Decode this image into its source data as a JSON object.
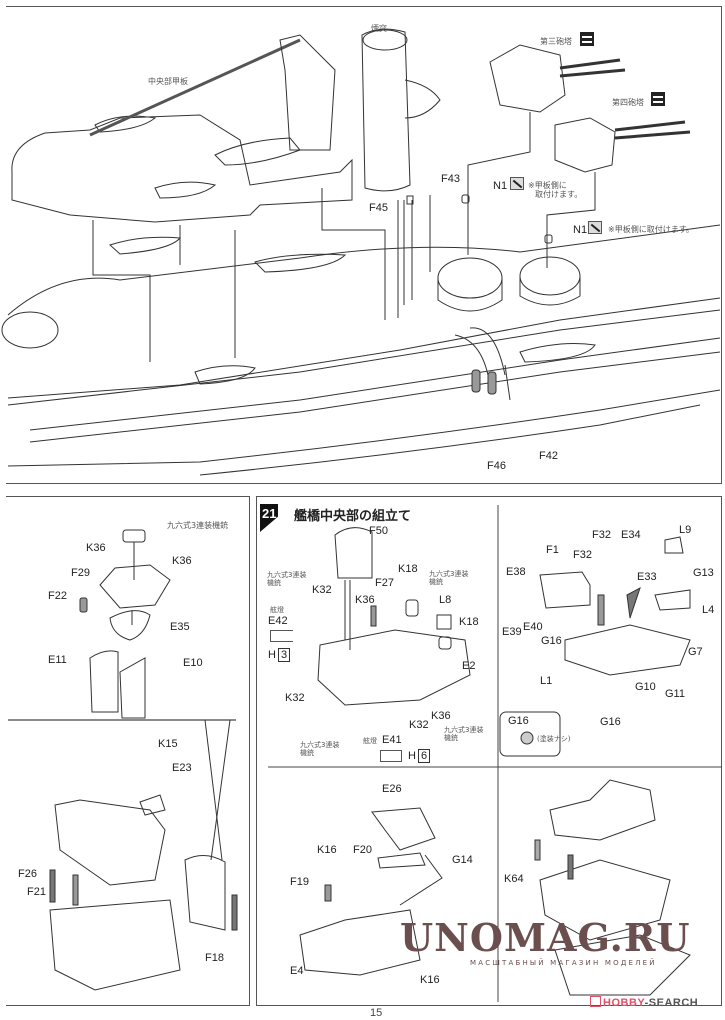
{
  "page_number": "15",
  "top_section": {
    "labels": {
      "center_deck": "中央部甲板",
      "funnel": "煙突",
      "turret3": "第三砲塔",
      "turret4": "第四砲塔",
      "f43": "F43",
      "f45": "F45",
      "n1_a": "N1",
      "n1_b": "N1",
      "n1_note_a_line1": "※甲板側に",
      "n1_note_a_line2": "取付けます。",
      "n1_note_b": "※甲板側に取付けます。",
      "f46": "F46",
      "f42": "F42"
    },
    "icons": [
      "rotate-icon",
      "rotate-icon",
      "no-glue-icon",
      "no-glue-icon"
    ]
  },
  "left_panel": {
    "upper": {
      "aa_gun": "九六式3連装機銃",
      "k36_a": "K36",
      "k36_b": "K36",
      "f29": "F29",
      "f22": "F22",
      "e35": "E35",
      "e11": "E11",
      "e10": "E10"
    },
    "lower": {
      "k15": "K15",
      "e23": "E23",
      "f26": "F26",
      "f21": "F21",
      "f18": "F18"
    }
  },
  "step21": {
    "number": "21",
    "title": "艦橋中央部の組立て",
    "labels": {
      "f50": "F50",
      "aa_gun_tl_line1": "九六式3連装",
      "aa_gun_tl_line2": "機銃",
      "k32_top": "K32",
      "searchlight_a": "舷燈",
      "e42": "E42",
      "h3_letter": "H",
      "h3_num": "3",
      "k36_top": "K36",
      "f27": "F27",
      "k18_a": "K18",
      "aa_gun_tr_line1": "九六式3連装",
      "aa_gun_tr_line2": "機銃",
      "l8": "L8",
      "k18_b": "K18",
      "e2": "E2",
      "k32_left": "K32",
      "k36_bottom": "K36",
      "k32_bottom": "K32",
      "aa_gun_br_line1": "九六式3連装",
      "aa_gun_br_line2": "機銃",
      "aa_gun_bl_line1": "九六式3連装",
      "aa_gun_bl_line2": "機銃",
      "searchlight_b": "舷燈",
      "e41": "E41",
      "h6_letter": "H",
      "h6_num": "6"
    }
  },
  "right_panel": {
    "labels": {
      "f1": "F1",
      "f32_a": "F32",
      "f32_b": "F32",
      "e34": "E34",
      "l9": "L9",
      "e38": "E38",
      "e33": "E33",
      "g13": "G13",
      "l4": "L4",
      "e39": "E39",
      "e40": "E40",
      "g16_a": "G16",
      "g7": "G7",
      "l1": "L1",
      "g10": "G10",
      "g11": "G11",
      "g16_b": "G16"
    },
    "note_box": {
      "part": "G16",
      "text": "(塗装ナシ)"
    }
  },
  "bottom_center": {
    "labels": {
      "e26": "E26",
      "k16_top": "K16",
      "f20": "F20",
      "g14": "G14",
      "f19": "F19",
      "e4": "E4",
      "k16_bottom": "K16"
    }
  },
  "bottom_right": {
    "labels": {
      "k64": "K64"
    }
  },
  "watermarks": {
    "unomag": "UNOMAG.RU",
    "unomag_sub": "МАСШТАБНЫЙ МАГАЗИН МОДЕЛЕЙ",
    "hobby_prefix": "HOBBY",
    "hobby_suffix": "-SEARCH",
    "hobby_color": "#e0506a"
  }
}
